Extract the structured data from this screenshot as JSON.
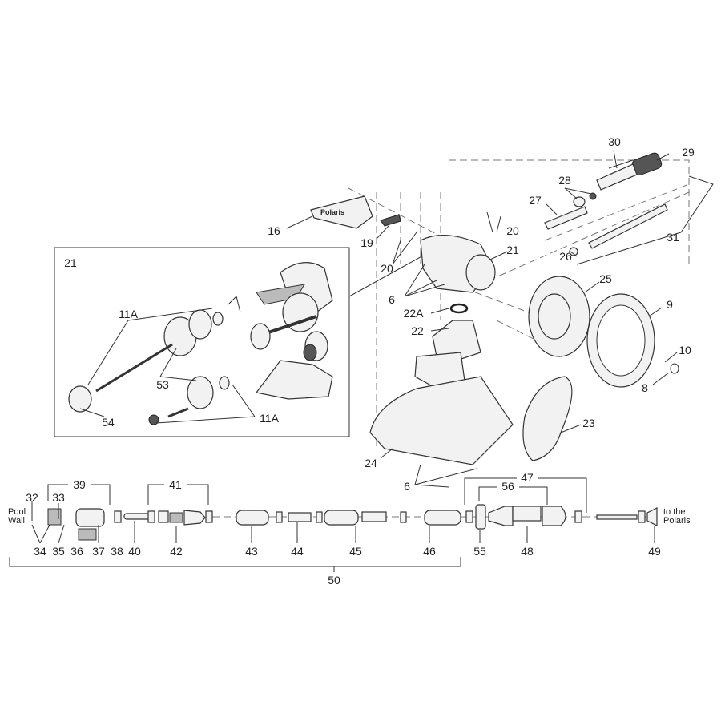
{
  "diagram": {
    "logo_text": "Polaris",
    "labels": {
      "p30": "30",
      "p29": "29",
      "p28": "28",
      "p27": "27",
      "p20a": "20",
      "p16": "16",
      "p19": "19",
      "p21a": "21",
      "p20b": "20",
      "p26": "26",
      "p31": "31",
      "p21inset": "21",
      "p25": "25",
      "p6a": "6",
      "p22A": "22A",
      "p9": "9",
      "p11Aa": "11A",
      "p22": "22",
      "p10": "10",
      "p8": "8",
      "p53": "53",
      "p54": "54",
      "p11Ab": "11A",
      "p23": "23",
      "p24": "24",
      "p6b": "6",
      "p47": "47",
      "p56": "56",
      "p39": "39",
      "p41": "41",
      "p32": "32",
      "p33": "33",
      "p34": "34",
      "p35": "35",
      "p36": "36",
      "p37": "37",
      "p38": "38",
      "p40": "40",
      "p42": "42",
      "p43": "43",
      "p44": "44",
      "p45": "45",
      "p46": "46",
      "p55": "55",
      "p48": "48",
      "p49": "49",
      "p50": "50"
    },
    "pool_wall": [
      "Pool",
      "Wall"
    ],
    "to_polaris": [
      "to the",
      "Polaris"
    ]
  }
}
